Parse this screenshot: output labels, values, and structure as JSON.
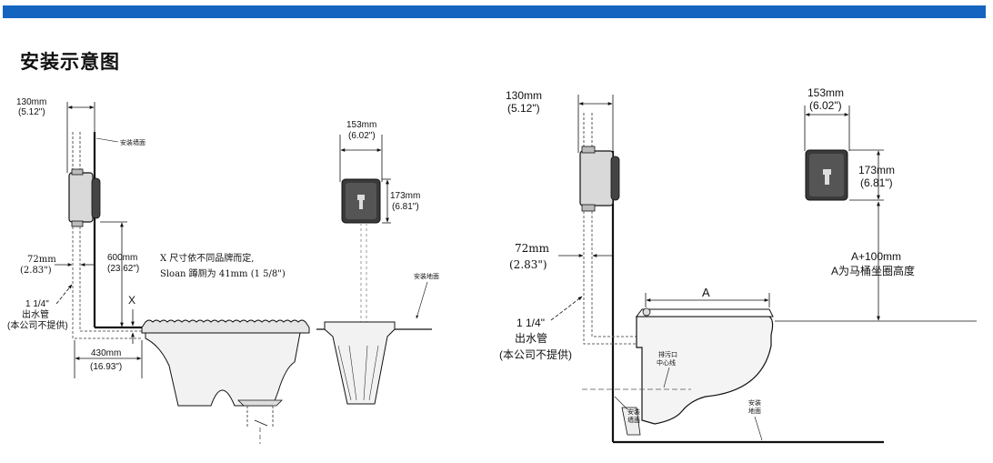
{
  "header": {
    "title": "安装示意图",
    "bar_color": "#1565c0"
  },
  "squat": {
    "dim_130": "130mm",
    "dim_130_in": "(5.12\")",
    "wall_label": "安装墙面",
    "dim_72": "72mm",
    "dim_72_in": "(2.83\")",
    "pipe_size": "1 1/4\"",
    "pipe_label": "出水管",
    "pipe_note": "(本公司不提供)",
    "dim_600": "600mm",
    "dim_600_in": "(23.62\")",
    "x_label": "X",
    "note_line1": "X 尺寸依不同品牌而定,",
    "note_line2": "Sloan 蹲厕为 41mm (1 5/8\")",
    "dim_430": "430mm",
    "dim_430_in": "(16.93\")",
    "dim_153": "153mm",
    "dim_153_in": "(6.02\")",
    "dim_173": "173mm",
    "dim_173_in": "(6.81\")",
    "floor_label": "安装地面"
  },
  "toilet": {
    "dim_130": "130mm",
    "dim_130_in": "(5.12\")",
    "dim_72": "72mm",
    "dim_72_in": "(2.83\")",
    "pipe_size": "1 1/4\"",
    "pipe_label": "出水管",
    "pipe_note": "(本公司不提供)",
    "dim_153": "153mm",
    "dim_153_in": "(6.02\")",
    "dim_173": "173mm",
    "dim_173_in": "(6.81\")",
    "height_formula": "A+100mm",
    "height_note": "A为马桶坐圈高度",
    "a_label": "A",
    "drain_line1": "排污口",
    "drain_line2": "中心线",
    "wall_line1": "安装",
    "wall_line2": "墙面",
    "floor_line1": "安装",
    "floor_line2": "地面"
  }
}
